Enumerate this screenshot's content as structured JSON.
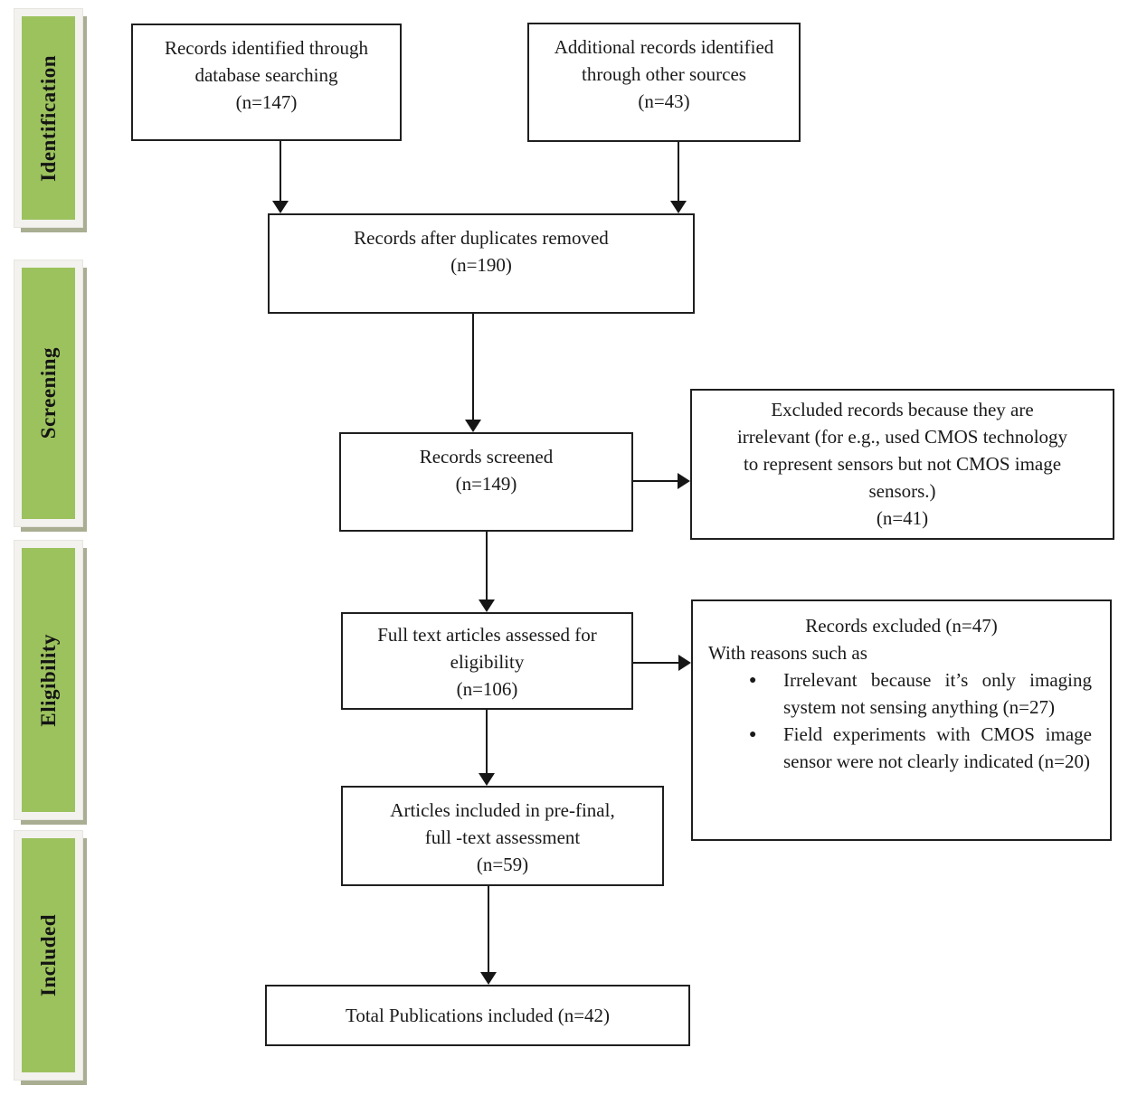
{
  "diagram": {
    "type": "prisma-flow",
    "colors": {
      "stage_fill": "#9cc25e",
      "stage_frame": "#f3f2ef",
      "stage_shadow": "#a9ae92",
      "box_border": "#1f1f1f",
      "arrow": "#161616",
      "background": "#ffffff",
      "text": "#1a1a1a"
    },
    "stages": [
      {
        "label": "Identification"
      },
      {
        "label": "Screening"
      },
      {
        "label": "Eligibility"
      },
      {
        "label": "Included"
      }
    ],
    "boxes": {
      "identified_database": {
        "lines": [
          "Records identified through",
          "database searching",
          "(n=147)"
        ]
      },
      "identified_other": {
        "lines": [
          "Additional records identified",
          "through other sources",
          "(n=43)"
        ]
      },
      "after_duplicates": {
        "lines": [
          "Records after duplicates removed",
          "(n=190)"
        ]
      },
      "screened": {
        "lines": [
          "Records screened",
          "(n=149)"
        ]
      },
      "excluded_screening": {
        "lines": [
          "Excluded records because they are",
          "irrelevant (for e.g., used CMOS technology",
          "to represent sensors but not CMOS image",
          "sensors.)",
          "(n=41)"
        ]
      },
      "fulltext_assessed": {
        "lines": [
          "Full text articles assessed for",
          "eligibility",
          "(n=106)"
        ]
      },
      "excluded_fulltext": {
        "title": "Records excluded (n=47)",
        "subtitle": "With reasons such as",
        "bullets": [
          "Irrelevant because it’s only imaging system not sensing anything (n=27)",
          "Field experiments with CMOS image sensor were not clearly indicated (n=20)"
        ]
      },
      "prefinal_included": {
        "lines": [
          "Articles included in pre-final,",
          "full -text assessment",
          "(n=59)"
        ]
      },
      "total_included": {
        "lines": [
          "Total Publications included (n=42)"
        ]
      }
    }
  }
}
